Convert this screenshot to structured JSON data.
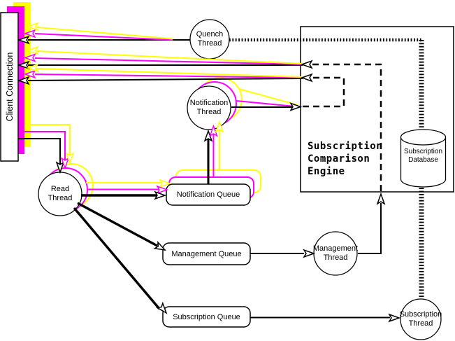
{
  "diagram": {
    "client": {
      "label": "Client Connection"
    },
    "threads": {
      "quench": "Quench\nThread",
      "notification": "Notification\nThread",
      "read": "Read\nThread",
      "management": "Management\nThread",
      "subscription": "Subscription\nThread"
    },
    "queues": {
      "notification": "Notification Queue",
      "management": "Management Queue",
      "subscription": "Subscription Queue"
    },
    "engine": {
      "title": "Subscription\nComparison\nEngine"
    },
    "database": {
      "label": "Subscription\nDatabase"
    },
    "colors": {
      "yellow": "#FFFF00",
      "magenta": "#FF00FF",
      "line": "#000000",
      "background": "#FFFFFF"
    }
  }
}
